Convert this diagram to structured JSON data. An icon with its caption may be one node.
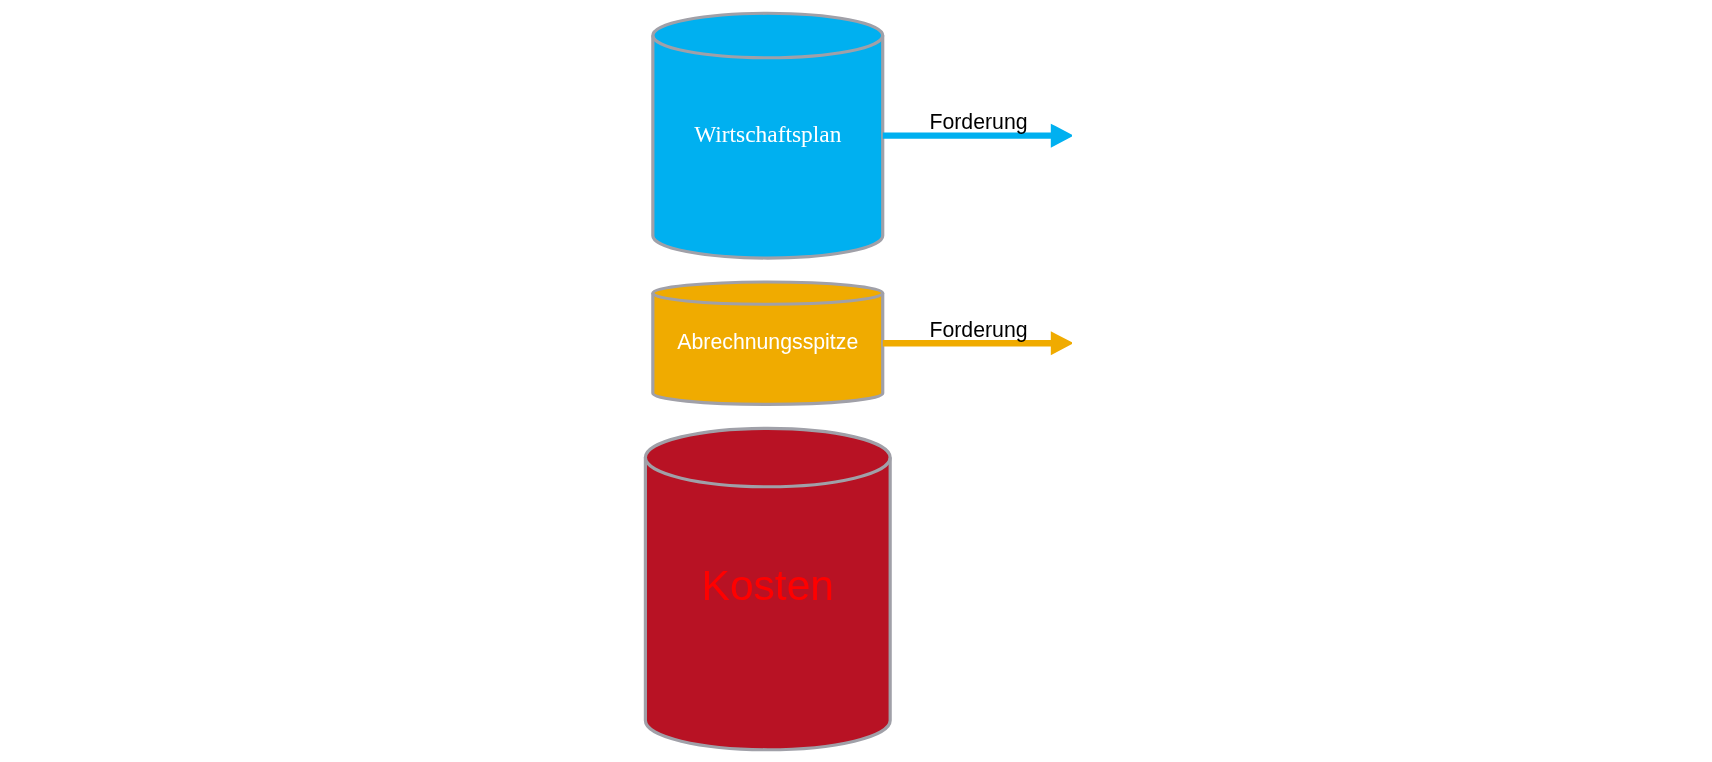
{
  "diagram": {
    "nodes": [
      {
        "text": [
          "Kosten"
        ]
      },
      {
        "text": [
          "Abrechnungsspitze"
        ]
      },
      {
        "text": [
          "Wirtschaftsplan"
        ]
      }
    ],
    "edges": [
      {
        "from": 1,
        "to": null,
        "arrow": "to",
        "label": "Forderung",
        "color": "#f0ab00"
      },
      {
        "from": 2,
        "to": null,
        "arrow": "to",
        "label": "Forderung",
        "color": "#00b0f0"
      }
    ]
  }
}
